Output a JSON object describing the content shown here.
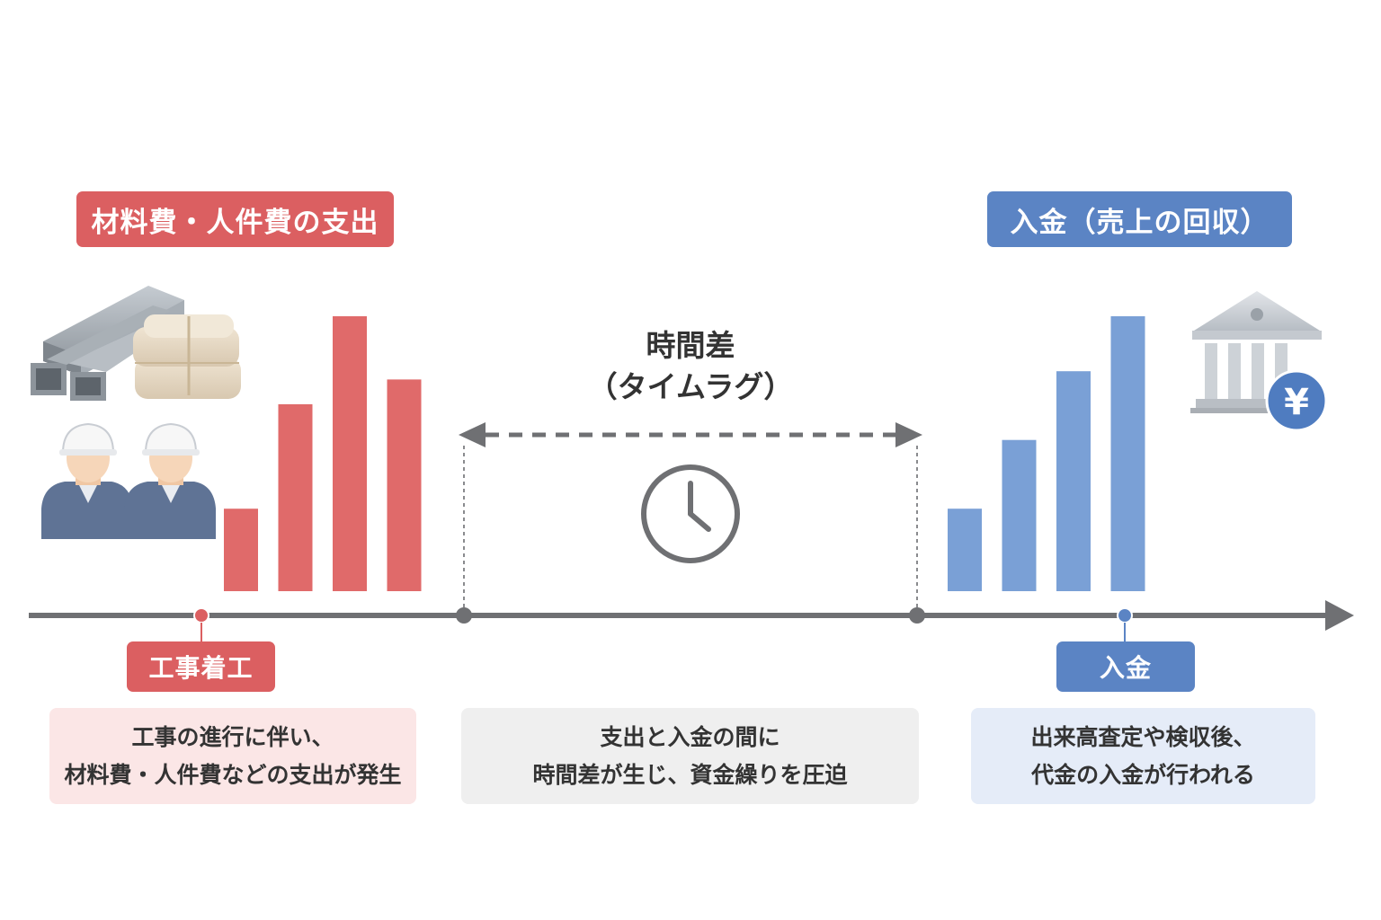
{
  "labels": {
    "expense_title": "材料費・人件費の支出",
    "income_title": "入金（売上の回収）",
    "lag_title_line1": "時間差",
    "lag_title_line2": "（タイムラグ）",
    "start_marker": "工事着工",
    "payment_marker": "入金",
    "yen_symbol": "¥"
  },
  "cards": {
    "left": {
      "line1": "工事の進行に伴い、",
      "line2": "材料費・人件費などの支出が発生"
    },
    "middle": {
      "line1": "支出と入金の間に",
      "line2": "時間差が生じ、資金繰りを圧迫"
    },
    "right": {
      "line1": "出来高査定や検収後、",
      "line2": "代金の入金が行われる"
    }
  },
  "chart_data": [
    {
      "type": "bar",
      "series": [
        {
          "values": [
            30,
            68,
            100,
            77
          ]
        }
      ],
      "color": "#e06a6a"
    },
    {
      "type": "bar",
      "series": [
        {
          "values": [
            30,
            55,
            80,
            100
          ]
        }
      ],
      "color": "#7aa0d6"
    }
  ],
  "colors": {
    "red_accent": "#db5f61",
    "blue_accent": "#5b84c4",
    "timeline": "#6f7073"
  },
  "icons": [
    "steel-beams-icon",
    "cement-bags-icon",
    "construction-workers-icon",
    "clock-icon",
    "bank-icon",
    "yen-coin-icon"
  ]
}
